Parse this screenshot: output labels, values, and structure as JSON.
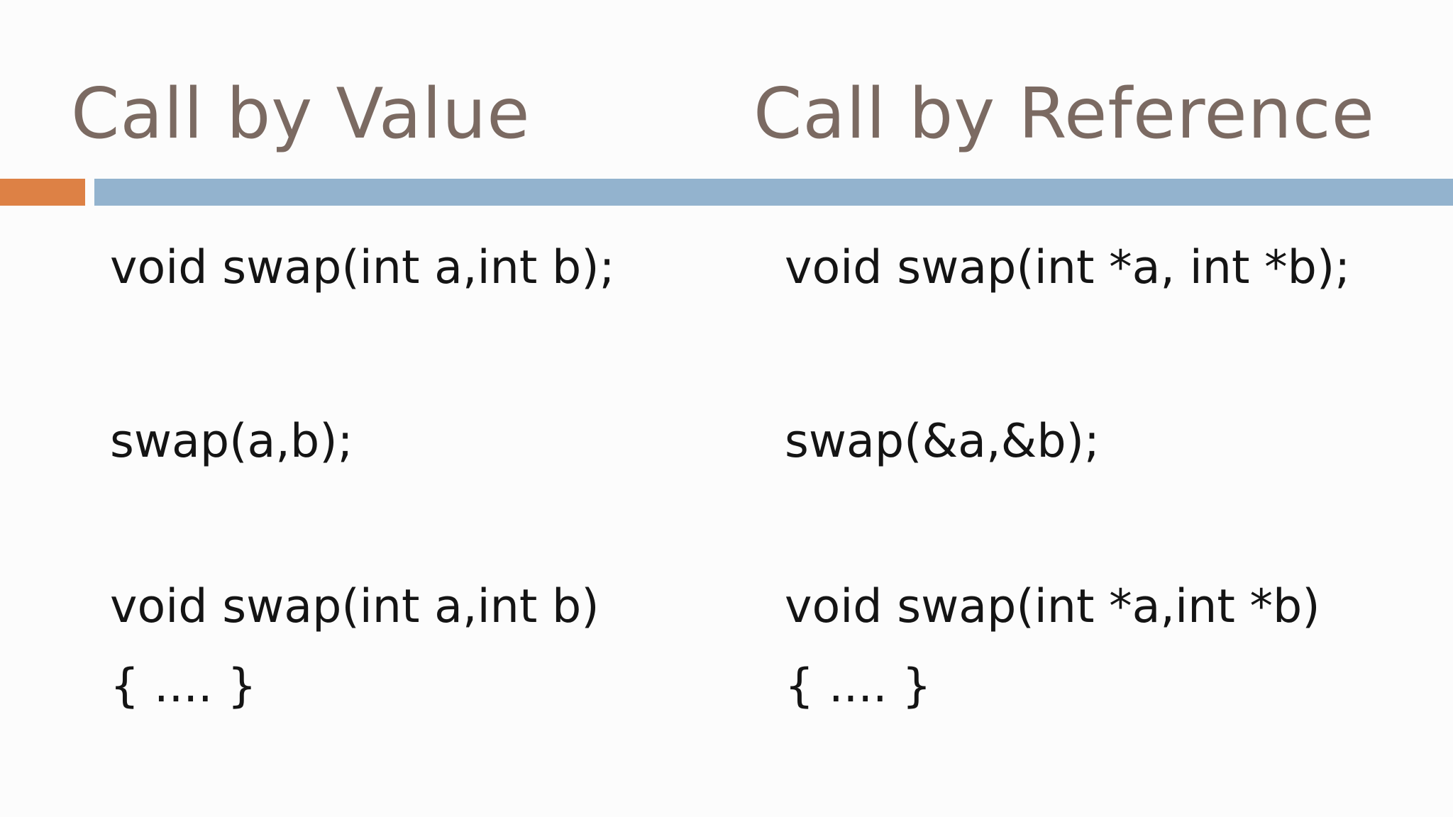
{
  "theme": {
    "background": "#fcfcfc",
    "accent_orange": "#dd8145",
    "accent_blue": "#93b3ce",
    "heading_color": "#7b6a62",
    "code_color": "#141414"
  },
  "columns": [
    {
      "title": "Call by Value",
      "lines": [
        "void swap(int a,int b);",
        "swap(a,b);",
        "void swap(int a,int b)",
        "{ .... }"
      ]
    },
    {
      "title": "Call by Reference",
      "lines": [
        "void swap(int *a, int *b);",
        "swap(&a,&b);",
        "void swap(int *a,int *b)",
        "{ .... }"
      ]
    }
  ]
}
